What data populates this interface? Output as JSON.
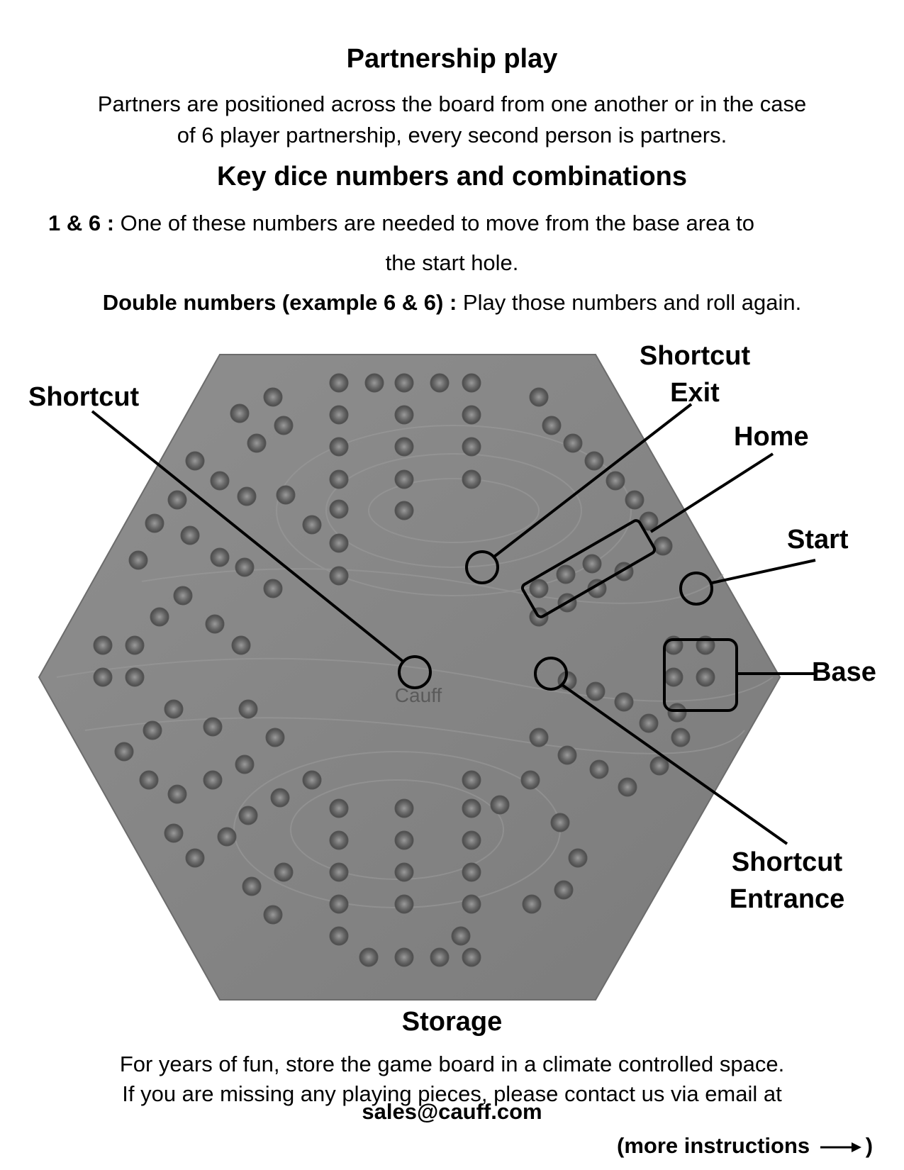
{
  "partnership": {
    "title": "Partnership play",
    "line1": "Partners are positioned across the board from one another or in the case",
    "line2": "of 6 player partnership, every second person is partners."
  },
  "dice": {
    "title": "Key dice numbers and combinations",
    "rule1_key": "1 & 6 :",
    "rule1_text": " One of these numbers are needed to move from the base area to",
    "rule1_cont": "the start hole.",
    "rule2_key": "Double numbers (example 6 & 6) :",
    "rule2_text": " Play those numbers and roll  again."
  },
  "board": {
    "brand": "Cauff",
    "labels": {
      "shortcut": "Shortcut",
      "shortcut_exit_1": "Shortcut",
      "shortcut_exit_2": "Exit",
      "home": "Home",
      "start": "Start",
      "base": "Base",
      "shortcut_entrance_1": "Shortcut",
      "shortcut_entrance_2": "Entrance"
    }
  },
  "storage": {
    "title": "Storage",
    "line1": "For years of fun, store the game board in a climate controlled space.",
    "line2": "If you are missing any playing pieces, please contact us via email at",
    "email": "sales@cauff.com"
  },
  "footer": {
    "more_open": "(more instructions",
    "more_close": ")"
  },
  "colors": {
    "board_wood": "#8a8a8a",
    "hole": "#5e5e5e",
    "callout": "#000000"
  }
}
